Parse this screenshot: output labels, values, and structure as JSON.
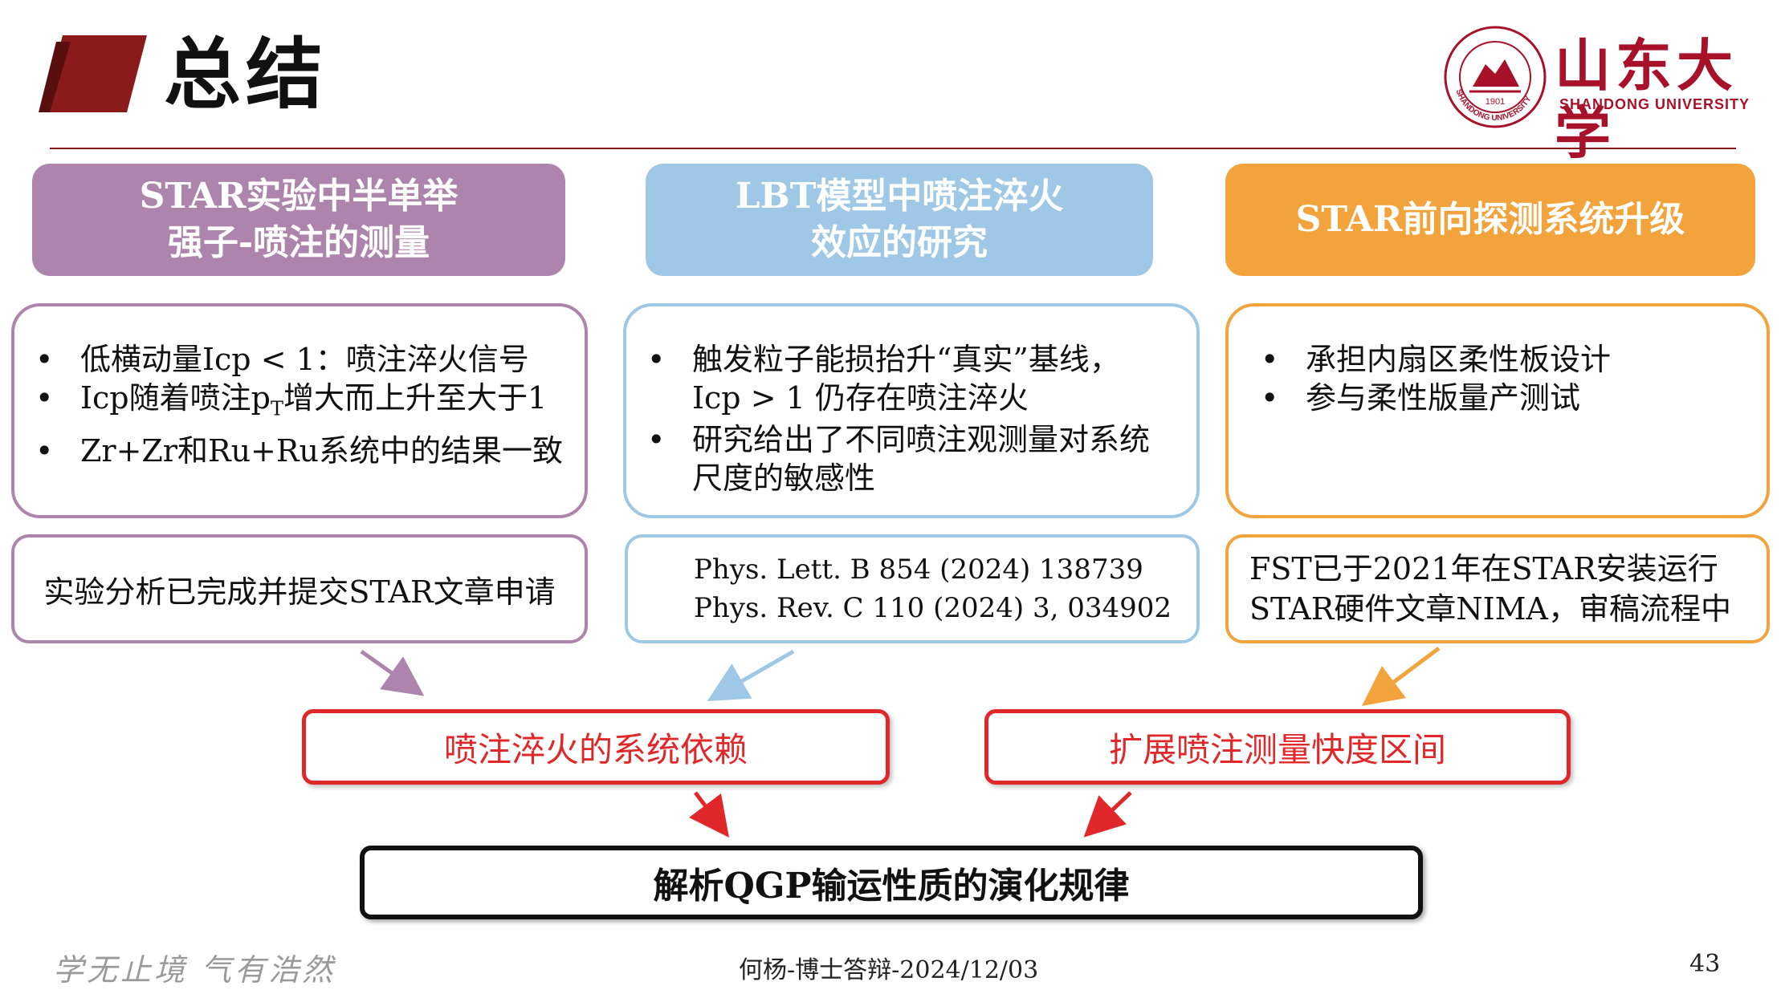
{
  "header": {
    "title": "总结",
    "university_cn": "山东大学",
    "university_en": "SHANDONG UNIVERSITY",
    "seal_year": "1901",
    "seal_text": "SHANDONG UNIVERSITY"
  },
  "columns": [
    {
      "title_line1": "STAR实验中半单举",
      "title_line2": "强子-喷注的测量",
      "color": "#ad84ac",
      "bullets": [
        "低横动量Icp < 1：喷注淬火信号",
        "Icp随着喷注p",
        "Zr+Zr和Ru+Ru系统中的结果一致"
      ],
      "bullet2_sub": "T",
      "bullet2_tail": "增大而上升至大于1",
      "note_lines": [
        "实验分析已完成并提交STAR文章申请"
      ]
    },
    {
      "title_line1": "LBT模型中喷注淬火",
      "title_line2": "效应的研究",
      "color": "#9ec8e6",
      "bullets": [
        "触发粒子能损抬升“真实”基线，",
        "Icp > 1 仍存在喷注淬火",
        "研究给出了不同喷注观测量对系统",
        "尺度的敏感性"
      ],
      "note_lines": [
        "Phys. Lett. B 854 (2024) 138739",
        "Phys. Rev. C 110 (2024) 3, 034902"
      ]
    },
    {
      "title_line1": "STAR前向探测系统升级",
      "color": "#f2a33c",
      "bullets": [
        "承担内扇区柔性板设计",
        "参与柔性版量产测试"
      ],
      "note_lines": [
        "FST已于2021年在STAR安装运行",
        "STAR硬件文章NIMA，审稿流程中"
      ]
    }
  ],
  "conclusions": {
    "left": "喷注淬火的系统依赖",
    "right": "扩展喷注测量快度区间",
    "final": "解析QGP输运性质的演化规律"
  },
  "colors": {
    "red": "#e0282a",
    "purple": "#ad84ac",
    "blue": "#9ec8e6",
    "orange": "#f2a33c"
  },
  "footer": {
    "motto": "学无止境 气有浩然",
    "center": "何杨-博士答辩-2024/12/03",
    "page": "43"
  }
}
